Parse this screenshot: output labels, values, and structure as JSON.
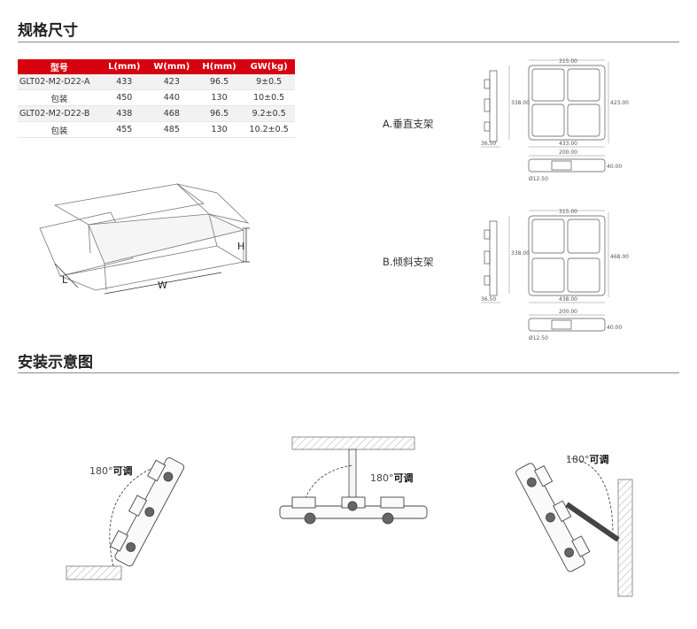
{
  "sections": {
    "spec_title": "规格尺寸",
    "install_title": "安装示意图"
  },
  "spec_table": {
    "headers": [
      "型号",
      "L(mm)",
      "W(mm)",
      "H(mm)",
      "GW(kg)"
    ],
    "rows": [
      {
        "model": "GLT02-M2-D22-A",
        "l": "433",
        "w": "423",
        "h": "96.5",
        "gw": "9±0.5"
      },
      {
        "model": "包装",
        "l": "450",
        "w": "440",
        "h": "130",
        "gw": "10±0.5"
      },
      {
        "model": "GLT02-M2-D22-B",
        "l": "438",
        "w": "468",
        "h": "96.5",
        "gw": "9.2±0.5"
      },
      {
        "model": "包装",
        "l": "455",
        "w": "485",
        "h": "130",
        "gw": "10.2±0.5"
      }
    ]
  },
  "box_labels": {
    "h": "H",
    "l": "L",
    "w": "W"
  },
  "brackets": {
    "a_label": "A.垂直支架",
    "b_label": "B.倾斜支架"
  },
  "dims_a": {
    "top": "315.00",
    "left": "338.00",
    "right": "423.00",
    "bottom": "433.00",
    "side": "36.50",
    "side_top": "200.00",
    "side_right": "40.00",
    "side_dia": "Ø12.50"
  },
  "dims_b": {
    "top": "315.00",
    "left": "338.00",
    "right": "468.00",
    "bottom": "438.00",
    "side": "36.50",
    "side_top": "200.00",
    "side_right": "40.00",
    "side_dia": "Ø12.50"
  },
  "install": {
    "angle": "180°",
    "adjustable": "可调"
  }
}
